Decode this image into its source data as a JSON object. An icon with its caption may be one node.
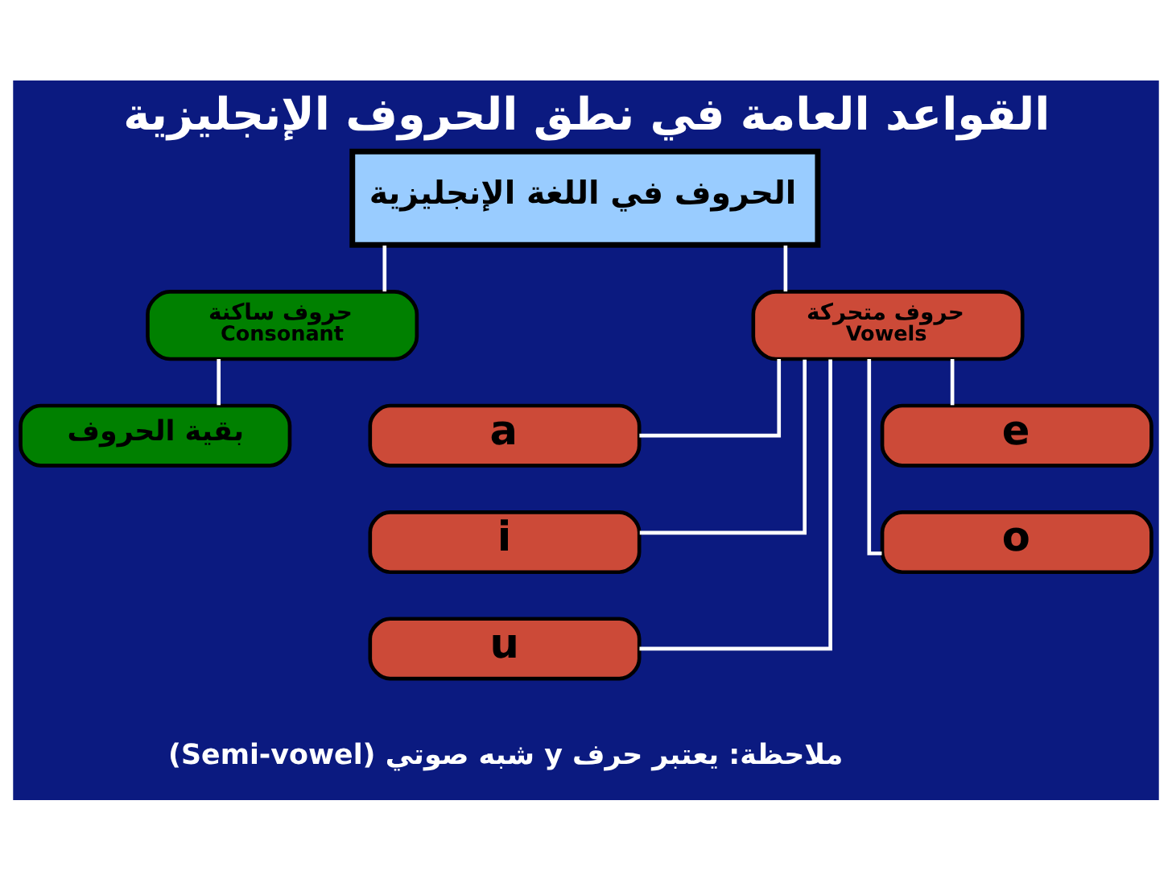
{
  "diagram": {
    "title": "القواعد العامة في نطق الحروف الإنجليزية",
    "nodes": [
      {
        "text": [
          "الحروف في اللغة الإنجليزية"
        ]
      },
      {
        "text": [
          "حروف ساكنة",
          "Consonant"
        ]
      },
      {
        "text": [
          "حروف متحركة",
          "Vowels"
        ]
      },
      {
        "text": [
          "بقية الحروف"
        ]
      },
      {
        "text": [
          "a"
        ]
      },
      {
        "text": [
          "e"
        ]
      },
      {
        "text": [
          "i"
        ]
      },
      {
        "text": [
          "o"
        ]
      },
      {
        "text": [
          "u"
        ]
      }
    ],
    "edges": [
      {
        "from": 0,
        "to": 1,
        "arrow": "none"
      },
      {
        "from": 0,
        "to": 2,
        "arrow": "none"
      },
      {
        "from": 1,
        "to": 3,
        "arrow": "none"
      },
      {
        "from": 2,
        "to": 4,
        "arrow": "none"
      },
      {
        "from": 2,
        "to": 5,
        "arrow": "none"
      },
      {
        "from": 2,
        "to": 6,
        "arrow": "none"
      },
      {
        "from": 2,
        "to": 7,
        "arrow": "none"
      },
      {
        "from": 2,
        "to": 8,
        "arrow": "none"
      }
    ],
    "labels": [
      "ملاحظة: يعتبر حرف y شبه صوتي (Semi-vowel)"
    ]
  }
}
